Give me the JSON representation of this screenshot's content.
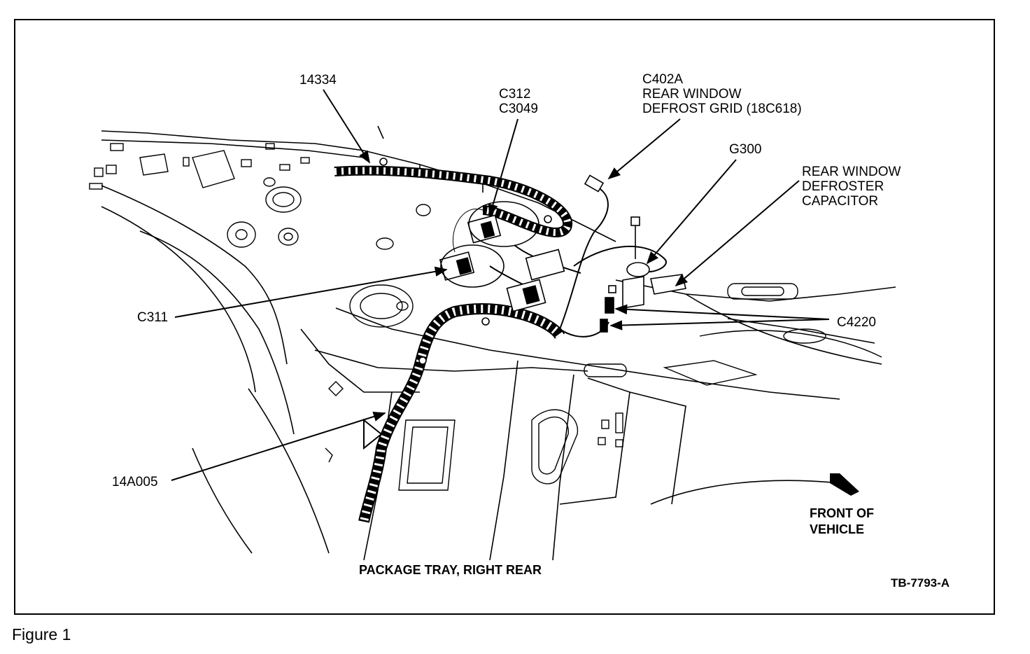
{
  "figure_caption": "Figure 1",
  "diagram": {
    "caption": "PACKAGE TRAY, RIGHT REAR",
    "code": "TB-7793-A",
    "orientation": "FRONT OF VEHICLE",
    "orientation_lines": [
      "FRONT OF",
      "VEHICLE"
    ],
    "callouts": {
      "c14334": "14334",
      "c312": "C312",
      "c3049": "C3049",
      "c402a": "C402A",
      "c402a_line2": "REAR WINDOW",
      "c402a_line3": "DEFROST GRID (18C618)",
      "g300": "G300",
      "cap_line1": "REAR WINDOW",
      "cap_line2": "DEFROSTER",
      "cap_line3": "CAPACITOR",
      "c311": "C311",
      "c4220": "C4220",
      "c14a005": "14A005"
    }
  }
}
